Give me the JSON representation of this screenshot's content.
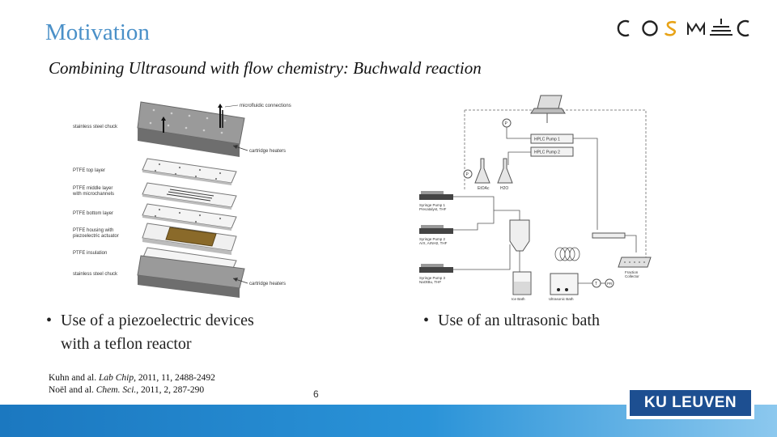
{
  "slide": {
    "title": "Motivation",
    "subtitle": "Combining Ultrasound with flow chemistry: Buchwald reaction",
    "page_number": "6",
    "logo_text": "COSMIC",
    "ku_leuven_label": "KU LEUVEN"
  },
  "left_figure": {
    "labels": {
      "connections": "microfluidic connections",
      "chuck_top": "stainless steel chuck",
      "heaters_top": "cartridge heaters",
      "ptfe_top": "PTFE top layer",
      "ptfe_middle_1": "PTFE middle layer",
      "ptfe_middle_2": "with microchannels",
      "ptfe_bottom": "PTFE bottom layer",
      "housing_1": "PTFE housing with",
      "housing_2": "piezoelectric actuator",
      "insulation": "PTFE insulation",
      "chuck_bottom": "stainless steel chuck",
      "heaters_bottom": "cartridge heaters"
    }
  },
  "right_figure": {
    "labels": {
      "p1": "P",
      "p2": "P",
      "pump1": "HPLC Pump 1",
      "pump2": "HPLC Pump 2",
      "etoac": "EtOAc",
      "h2o": "H2O",
      "syringe1_a": "Syringe Pump 1",
      "syringe1_b": "Precatalyst, THF",
      "syringe2_a": "Syringe Pump 2",
      "syringe2_b": "ArX, ArNH2, THF",
      "syringe3_a": "Syringe Pump 3",
      "syringe3_b": "NaOtBu, THF",
      "ice_bath": "Ice Bath",
      "ultrasonic_bath": "Ultrasonic Bath",
      "t": "T",
      "pr": "PR",
      "fraction_1": "Fraction",
      "fraction_2": "Collector"
    }
  },
  "bullets": {
    "left_line1": "Use of a piezoelectric devices",
    "left_line2": "with a teflon reactor",
    "right_line1": "Use of an ultrasonic bath"
  },
  "references": {
    "ref1_authors": "Kuhn and al.",
    "ref1_journal": "Lab Chip",
    "ref1_rest": ", 2011, 11, 2488-2492",
    "ref2_authors": "Noël and al.",
    "ref2_journal": "Chem. Sci.",
    "ref2_rest": ", 2011, 2, 287-290"
  },
  "colors": {
    "title": "#4a90c8",
    "footer_bar": "#2a93d8",
    "ku_leuven_blue": "#1d4f91",
    "logo_accent": "#e8a317",
    "brass": "#8a6a2a"
  }
}
